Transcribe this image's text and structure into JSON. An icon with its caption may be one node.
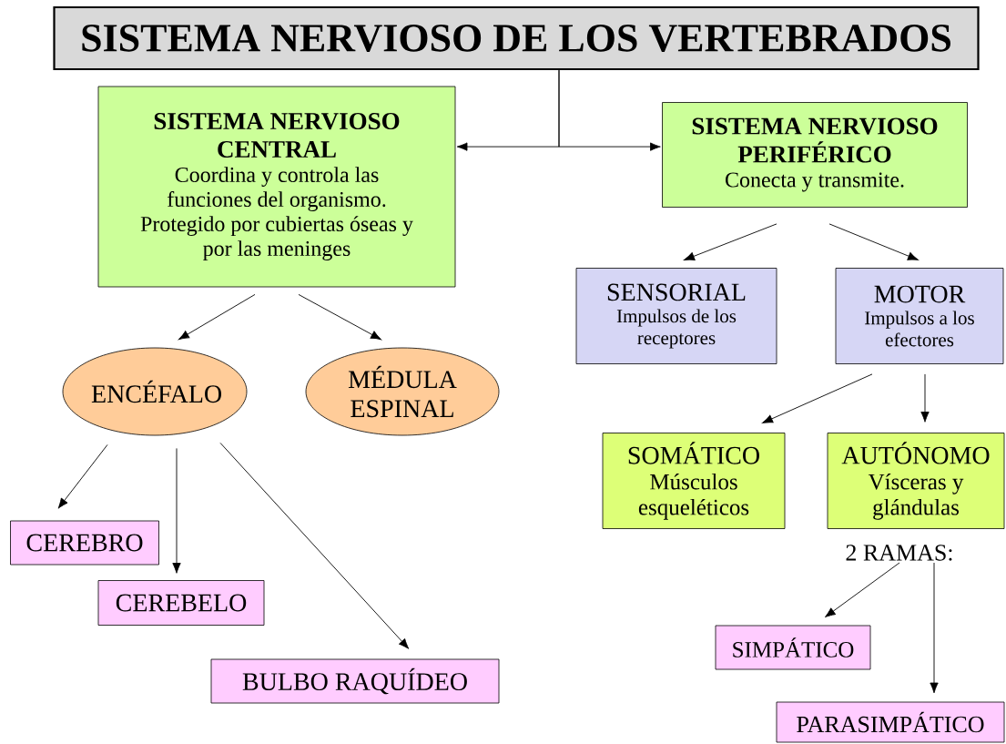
{
  "diagram": {
    "nodes": [
      {
        "text": [
          "SISTEMA NERVIOSO DE LOS VERTEBRADOS"
        ]
      },
      {
        "text": [
          "SISTEMA NERVIOSO CENTRAL",
          "Coordina y controla las funciones del organismo. Protegido por cubiertas óseas y por las meninges"
        ]
      },
      {
        "text": [
          "SISTEMA NERVIOSO PERIFÉRICO",
          "Conecta y transmite."
        ]
      },
      {
        "text": [
          "ENCÉFALO"
        ]
      },
      {
        "text": [
          "MÉDULA ESPINAL"
        ]
      },
      {
        "text": [
          "SENSORIAL",
          "Impulsos de los receptores"
        ]
      },
      {
        "text": [
          "MOTOR",
          "Impulsos a los efectores"
        ]
      },
      {
        "text": [
          "CEREBRO"
        ]
      },
      {
        "text": [
          "CEREBELO"
        ]
      },
      {
        "text": [
          "BULBO RAQUÍDEO"
        ]
      },
      {
        "text": [
          "SOMÁTICO",
          "Músculos esqueléticos"
        ]
      },
      {
        "text": [
          "AUTÓNOMO",
          "Vísceras y glándulas"
        ]
      },
      {
        "text": [
          "2 RAMAS:"
        ]
      },
      {
        "text": [
          "SIMPÁTICO"
        ]
      },
      {
        "text": [
          "PARASIMPÁTICO"
        ]
      }
    ],
    "edges": [
      {
        "from": 0,
        "to": 1,
        "arrow": "to"
      },
      {
        "from": 0,
        "to": 2,
        "arrow": "to"
      },
      {
        "from": 1,
        "to": 3,
        "arrow": "to"
      },
      {
        "from": 1,
        "to": 4,
        "arrow": "to"
      },
      {
        "from": 2,
        "to": 5,
        "arrow": "to"
      },
      {
        "from": 2,
        "to": 6,
        "arrow": "to"
      },
      {
        "from": 3,
        "to": 7,
        "arrow": "to"
      },
      {
        "from": 3,
        "to": 8,
        "arrow": "to"
      },
      {
        "from": 3,
        "to": 9,
        "arrow": "to"
      },
      {
        "from": 6,
        "to": 10,
        "arrow": "to"
      },
      {
        "from": 6,
        "to": 11,
        "arrow": "to"
      },
      {
        "from": 12,
        "to": 13,
        "arrow": "to"
      },
      {
        "from": 12,
        "to": 14,
        "arrow": "to"
      }
    ]
  }
}
